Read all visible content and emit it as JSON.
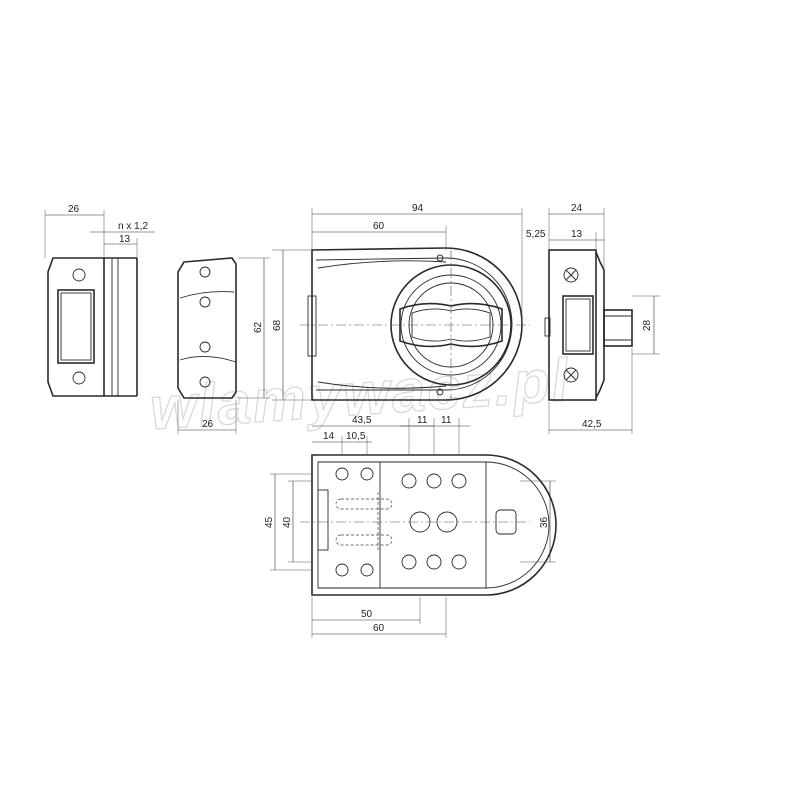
{
  "watermark": "wlamywacz.pl",
  "dimensions": {
    "strike_width": "26",
    "n_spacer": "n x  1,2",
    "strike_depth": "13",
    "strike_side_width": "26",
    "side_height_62": "62",
    "body_height_68": "68",
    "overall_length": "94",
    "half_length": "60",
    "side_depth_24": "24",
    "offset": "5,25",
    "side_inner_13": "13",
    "bolt_height": "28",
    "side_total": "42,5",
    "hole_x_43_5": "43,5",
    "pitch_11_a": "11",
    "pitch_11_b": "11",
    "hole_x_14": "14",
    "hole_x_10_5": "10,5",
    "height_45": "45",
    "height_40": "40",
    "width_36": "36",
    "base_50": "50",
    "base_60": "60"
  }
}
